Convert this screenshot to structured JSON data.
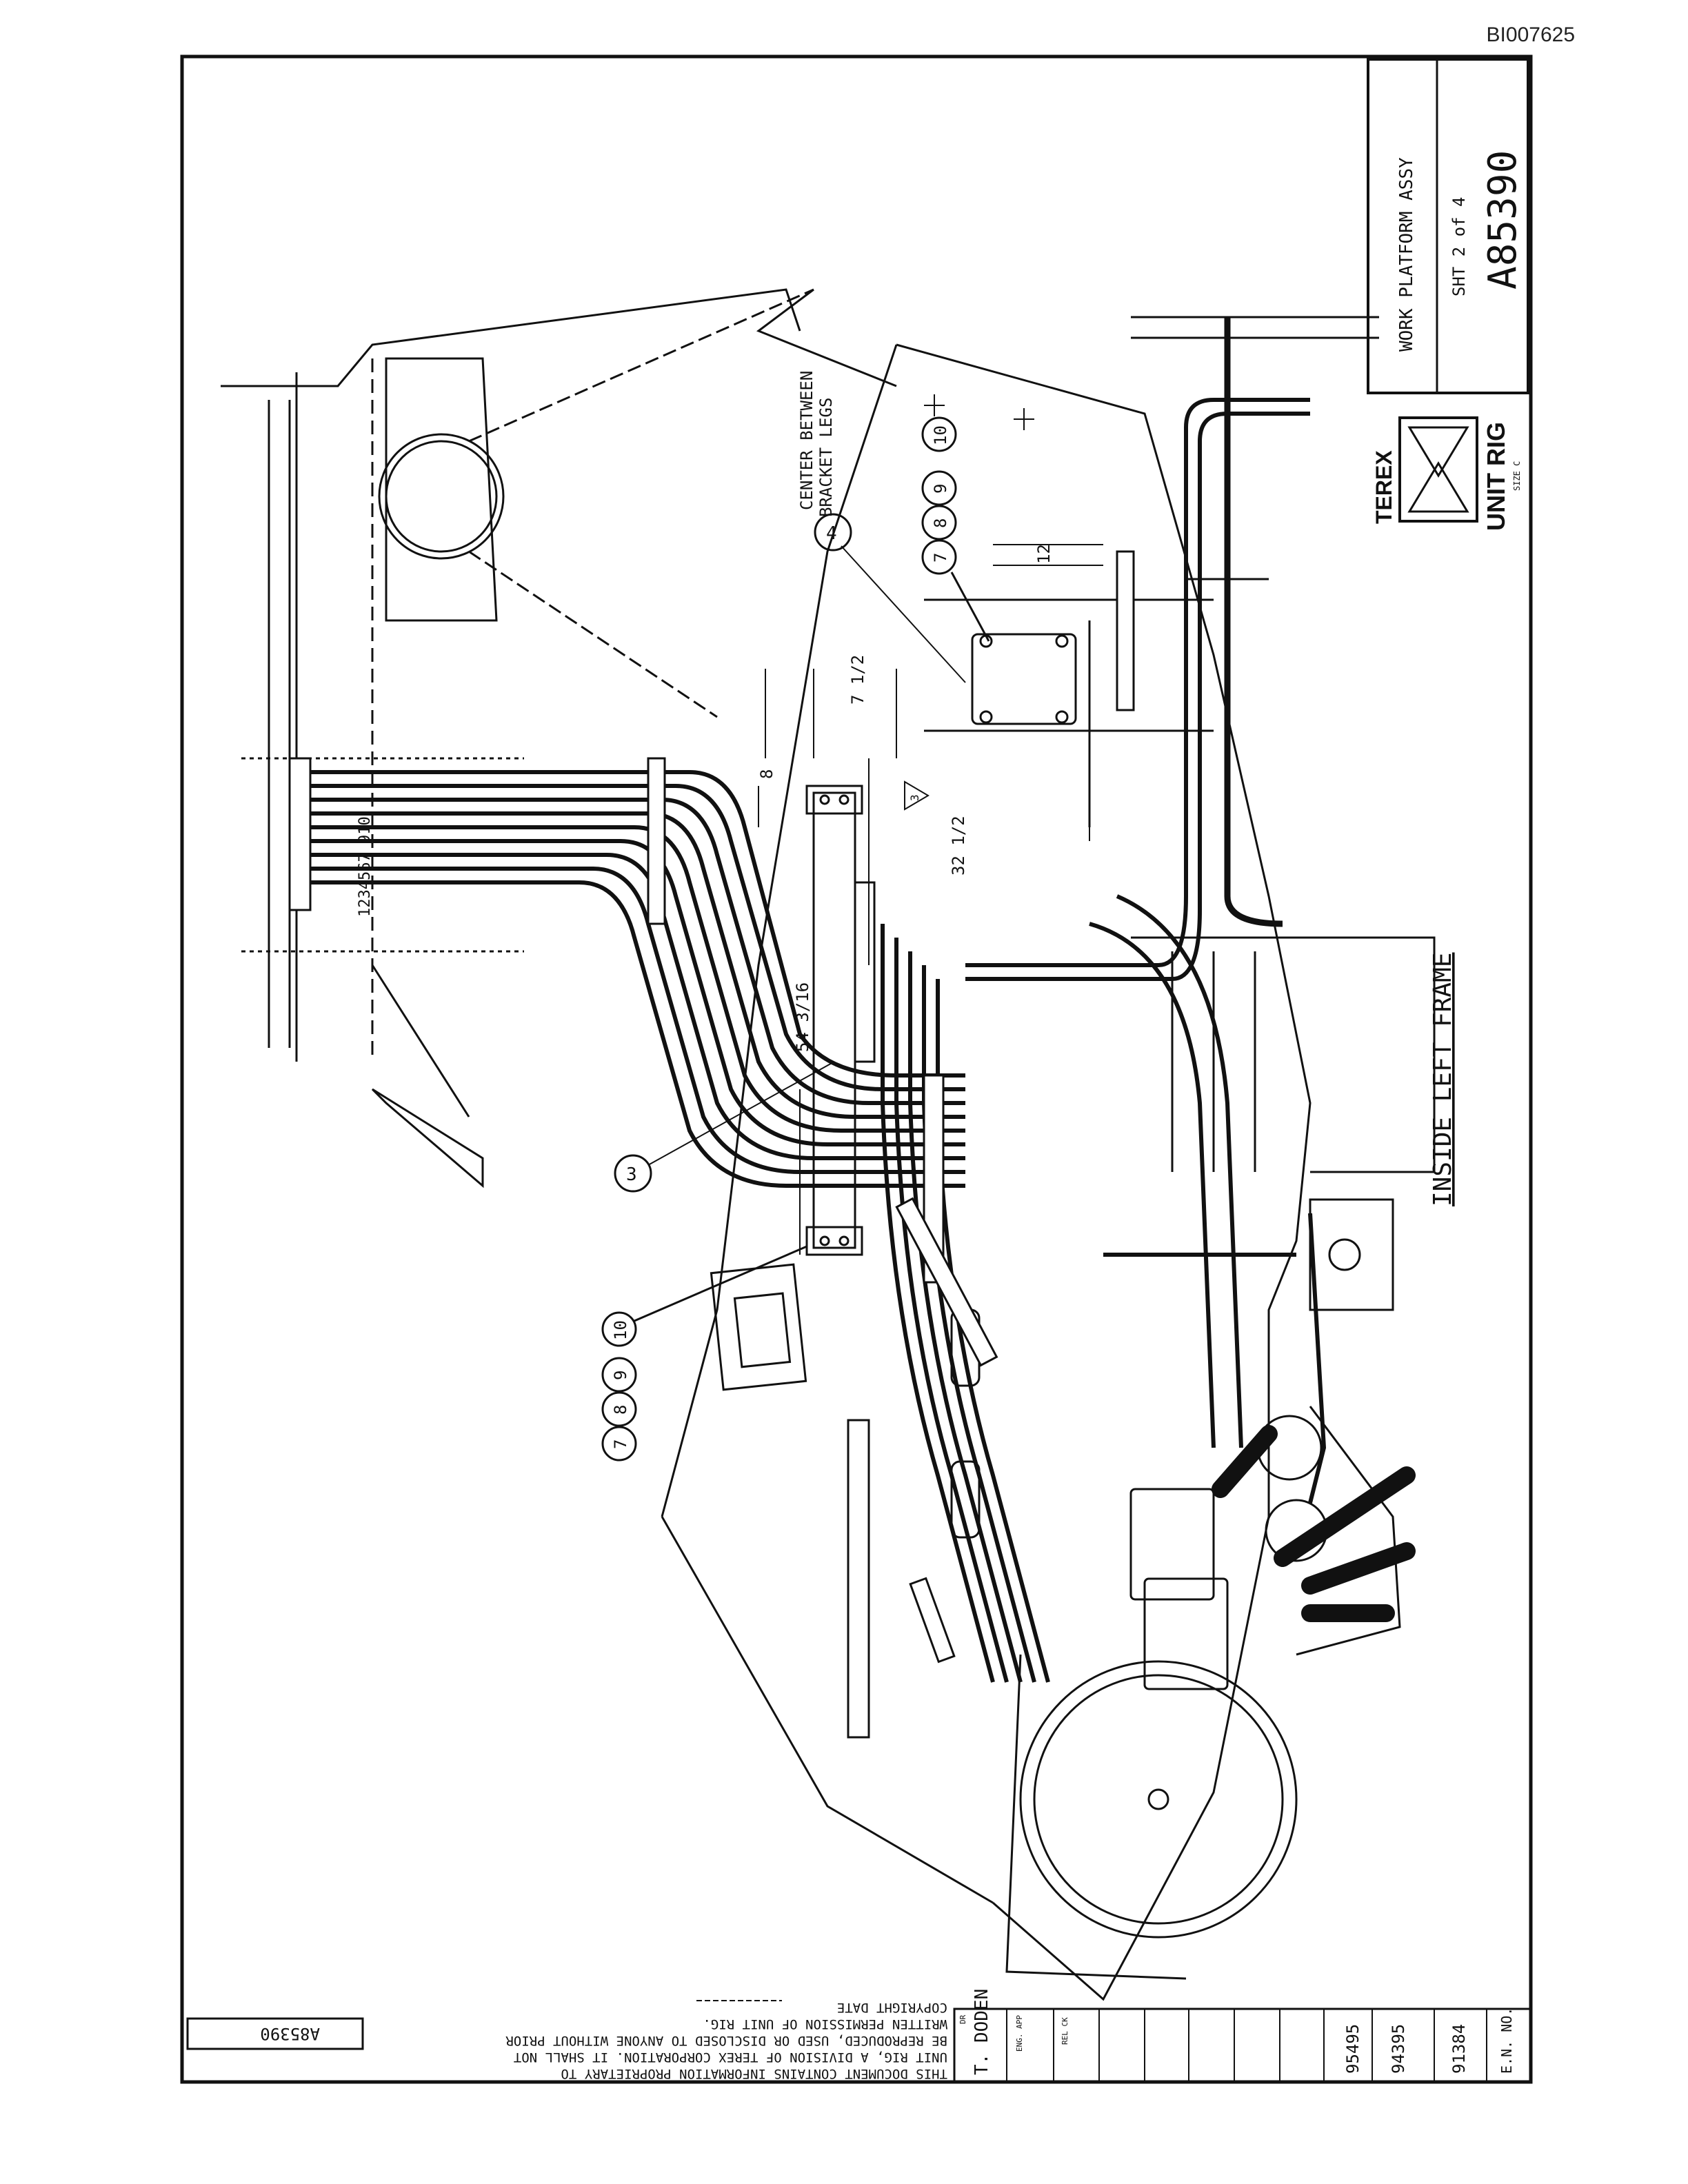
{
  "page_id": "BI007625",
  "title_block": {
    "title": "WORK PLATFORM ASSY",
    "sheet": "SHT 2 of 4",
    "drawing_number": "A85390",
    "brand_top": "TEREX",
    "brand_bottom": "UNIT RIG",
    "size": "SIZE C"
  },
  "view_title": "INSIDE LEFT FRAME",
  "annotations": {
    "center_note_1": "CENTER BETWEEN",
    "center_note_2": "BRACKET LEGS",
    "dim_12": "12",
    "dim_7_half": "7 1/2",
    "dim_8": "8",
    "dim_32_half": "32 1/2",
    "dim_54": "54 3/16",
    "connector_numbers": "1234567 910",
    "note_flag": "3"
  },
  "balloons": {
    "b4": "4",
    "b3": "3",
    "group_top": [
      "7",
      "8",
      "9",
      "10"
    ],
    "group_bottom": [
      "7",
      "8",
      "9",
      "10"
    ]
  },
  "revision_block": {
    "stamp": "A85390",
    "notice_lines": [
      "THIS DOCUMENT CONTAINS INFORMATION PROPRIETARY TO",
      "UNIT RIG, A DIVISION OF TEREX CORPORATION. IT SHALL NOT",
      "BE REPRODUCED, USED OR DISCLOSED TO ANYONE WITHOUT PRIOR",
      "WRITTEN PERMISSION OF UNIT RIG.",
      "COPYRIGHT DATE"
    ],
    "drawn_by_label": "DR",
    "drawn_by": "T. DODEN",
    "eng_label": "ENG. APP",
    "rel_label": "REL CK",
    "en_numbers": [
      "95495",
      "94395",
      "91384"
    ],
    "en_label": "E.N. NO."
  }
}
